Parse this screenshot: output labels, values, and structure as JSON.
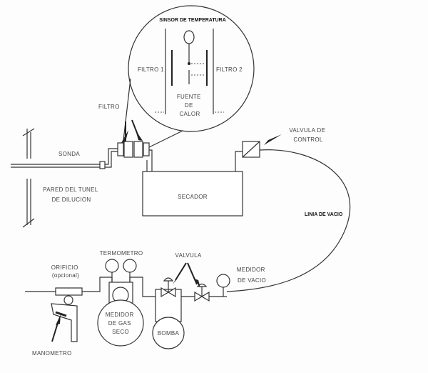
{
  "labels": {
    "temp_sensor": "SINSOR DE TEMPERATURA",
    "filter1": "FILTRO 1",
    "filter2": "FILTRO 2",
    "heat_source": [
      "FUENTE",
      "DE",
      "CALOR"
    ],
    "filter": "FILTRO",
    "probe": "SONDA",
    "tunnel_wall": [
      "PARED DEL TUNEL",
      "DE DILUCION"
    ],
    "dryer": "SECADOR",
    "control_valve": [
      "VALVULA DE",
      "CONTROL"
    ],
    "vacuum_line": "LINIA DE VACIO",
    "thermometer": "TERMOMETRO",
    "valve": "VALVULA",
    "orifice": [
      "ORIFICIO",
      "(opcional)"
    ],
    "vacuum_gauge": [
      "MEDIDOR",
      "DE VACIO"
    ],
    "dry_gas_meter": [
      "MEDIDOR",
      "DE GAS",
      "SECO"
    ],
    "pump": "BOMBA",
    "manometer": "MANOMETRO"
  }
}
